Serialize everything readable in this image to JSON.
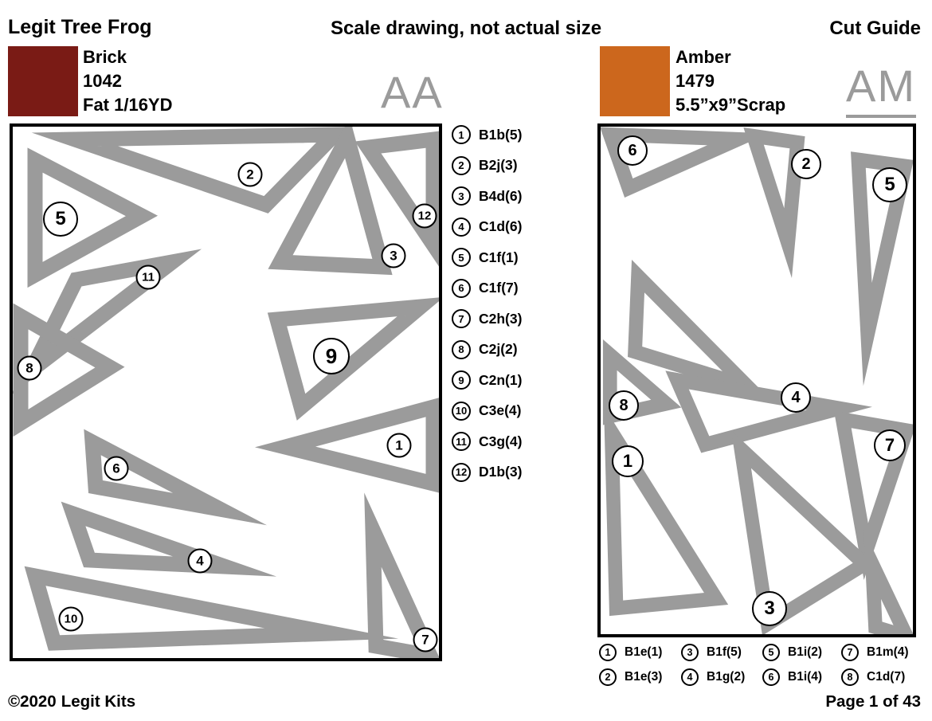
{
  "header": {
    "title": "Legit Tree Frog",
    "subtitle": "Scale drawing, not actual size",
    "cut_guide": "Cut Guide"
  },
  "colors": {
    "brick": "#7A1B15",
    "amber": "#CC671D",
    "shape_gray": "#9B9B9B"
  },
  "left_panel": {
    "code": "AA",
    "fabric": {
      "name": "Brick",
      "number": "1042",
      "cut": "Fat 1/16YD"
    },
    "pieces": [
      "2",
      "12",
      "3",
      "5",
      "11",
      "8",
      "9",
      "6",
      "1",
      "4",
      "10",
      "7"
    ],
    "legend": [
      {
        "num": "1",
        "label": "B1b(5)"
      },
      {
        "num": "2",
        "label": "B2j(3)"
      },
      {
        "num": "3",
        "label": "B4d(6)"
      },
      {
        "num": "4",
        "label": "C1d(6)"
      },
      {
        "num": "5",
        "label": "C1f(1)"
      },
      {
        "num": "6",
        "label": "C1f(7)"
      },
      {
        "num": "7",
        "label": "C2h(3)"
      },
      {
        "num": "8",
        "label": "C2j(2)"
      },
      {
        "num": "9",
        "label": "C2n(1)"
      },
      {
        "num": "10",
        "label": "C3e(4)"
      },
      {
        "num": "11",
        "label": "C3g(4)"
      },
      {
        "num": "12",
        "label": "D1b(3)"
      }
    ]
  },
  "right_panel": {
    "code": "AM",
    "fabric": {
      "name": "Amber",
      "number": "1479",
      "cut": "5.5”x9”Scrap"
    },
    "pieces": [
      "6",
      "2",
      "5",
      "8",
      "4",
      "7",
      "1",
      "3"
    ],
    "legend": [
      {
        "num": "1",
        "label": "B1e(1)"
      },
      {
        "num": "3",
        "label": "B1f(5)"
      },
      {
        "num": "5",
        "label": "B1i(2)"
      },
      {
        "num": "7",
        "label": "B1m(4)"
      },
      {
        "num": "2",
        "label": "B1e(3)"
      },
      {
        "num": "4",
        "label": "B1g(2)"
      },
      {
        "num": "6",
        "label": "B1i(4)"
      },
      {
        "num": "8",
        "label": "C1d(7)"
      }
    ]
  },
  "footer": {
    "copyright": "©2020",
    "brand": "Legit Kits",
    "page": "Page 1 of 43"
  }
}
